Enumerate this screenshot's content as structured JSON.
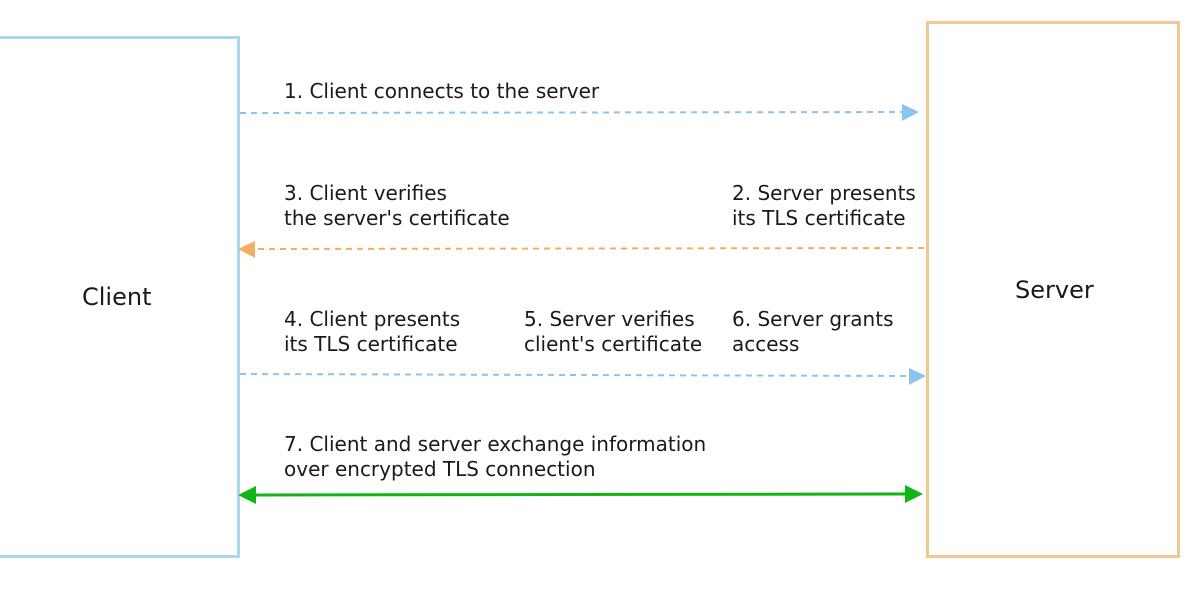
{
  "colors": {
    "client_border": "#a9d7ec",
    "server_border": "#f0c992",
    "request_arrow": "#8cc4f0",
    "response_arrow": "#f3ad65",
    "exchange_arrow": "#10b616"
  },
  "client": {
    "label": "Client"
  },
  "server": {
    "label": "Server"
  },
  "steps": {
    "step1": "1. Client connects to the server",
    "step2": "2. Server presents\nits TLS certificate",
    "step3": "3. Client verifies\nthe server's certificate",
    "step4": "4. Client presents\nits TLS certificate",
    "step5": "5. Server verifies\nclient's certificate",
    "step6": "6. Server grants\naccess",
    "step7": "7. Client and server exchange information\nover encrypted TLS connection"
  }
}
